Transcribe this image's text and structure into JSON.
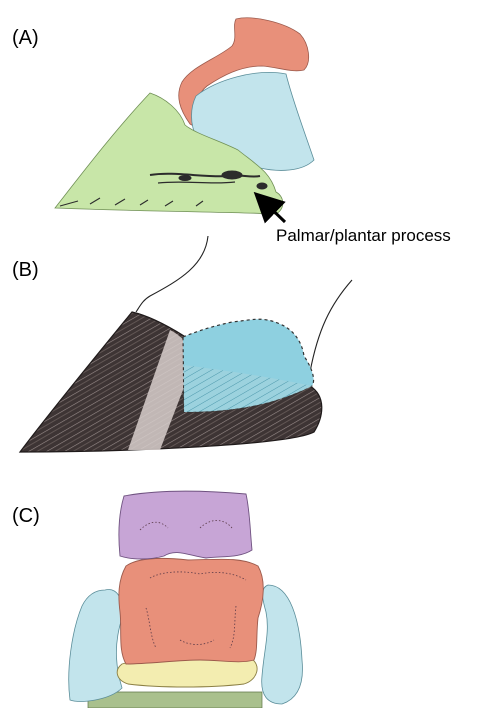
{
  "panels": [
    {
      "label": "(A)"
    },
    {
      "label": "(B)"
    },
    {
      "label": "(C)"
    }
  ],
  "annotation": {
    "text": "Palmar/plantar process"
  },
  "colors": {
    "green": "#c8e6a8",
    "blue": "#c2e4ec",
    "salmon": "#e8907a",
    "dark_wall": "#3d3434",
    "light_band": "#d8cfcc",
    "lavender": "#c7a5d6",
    "cream": "#f3edb0",
    "olive": "#a9c08d"
  }
}
